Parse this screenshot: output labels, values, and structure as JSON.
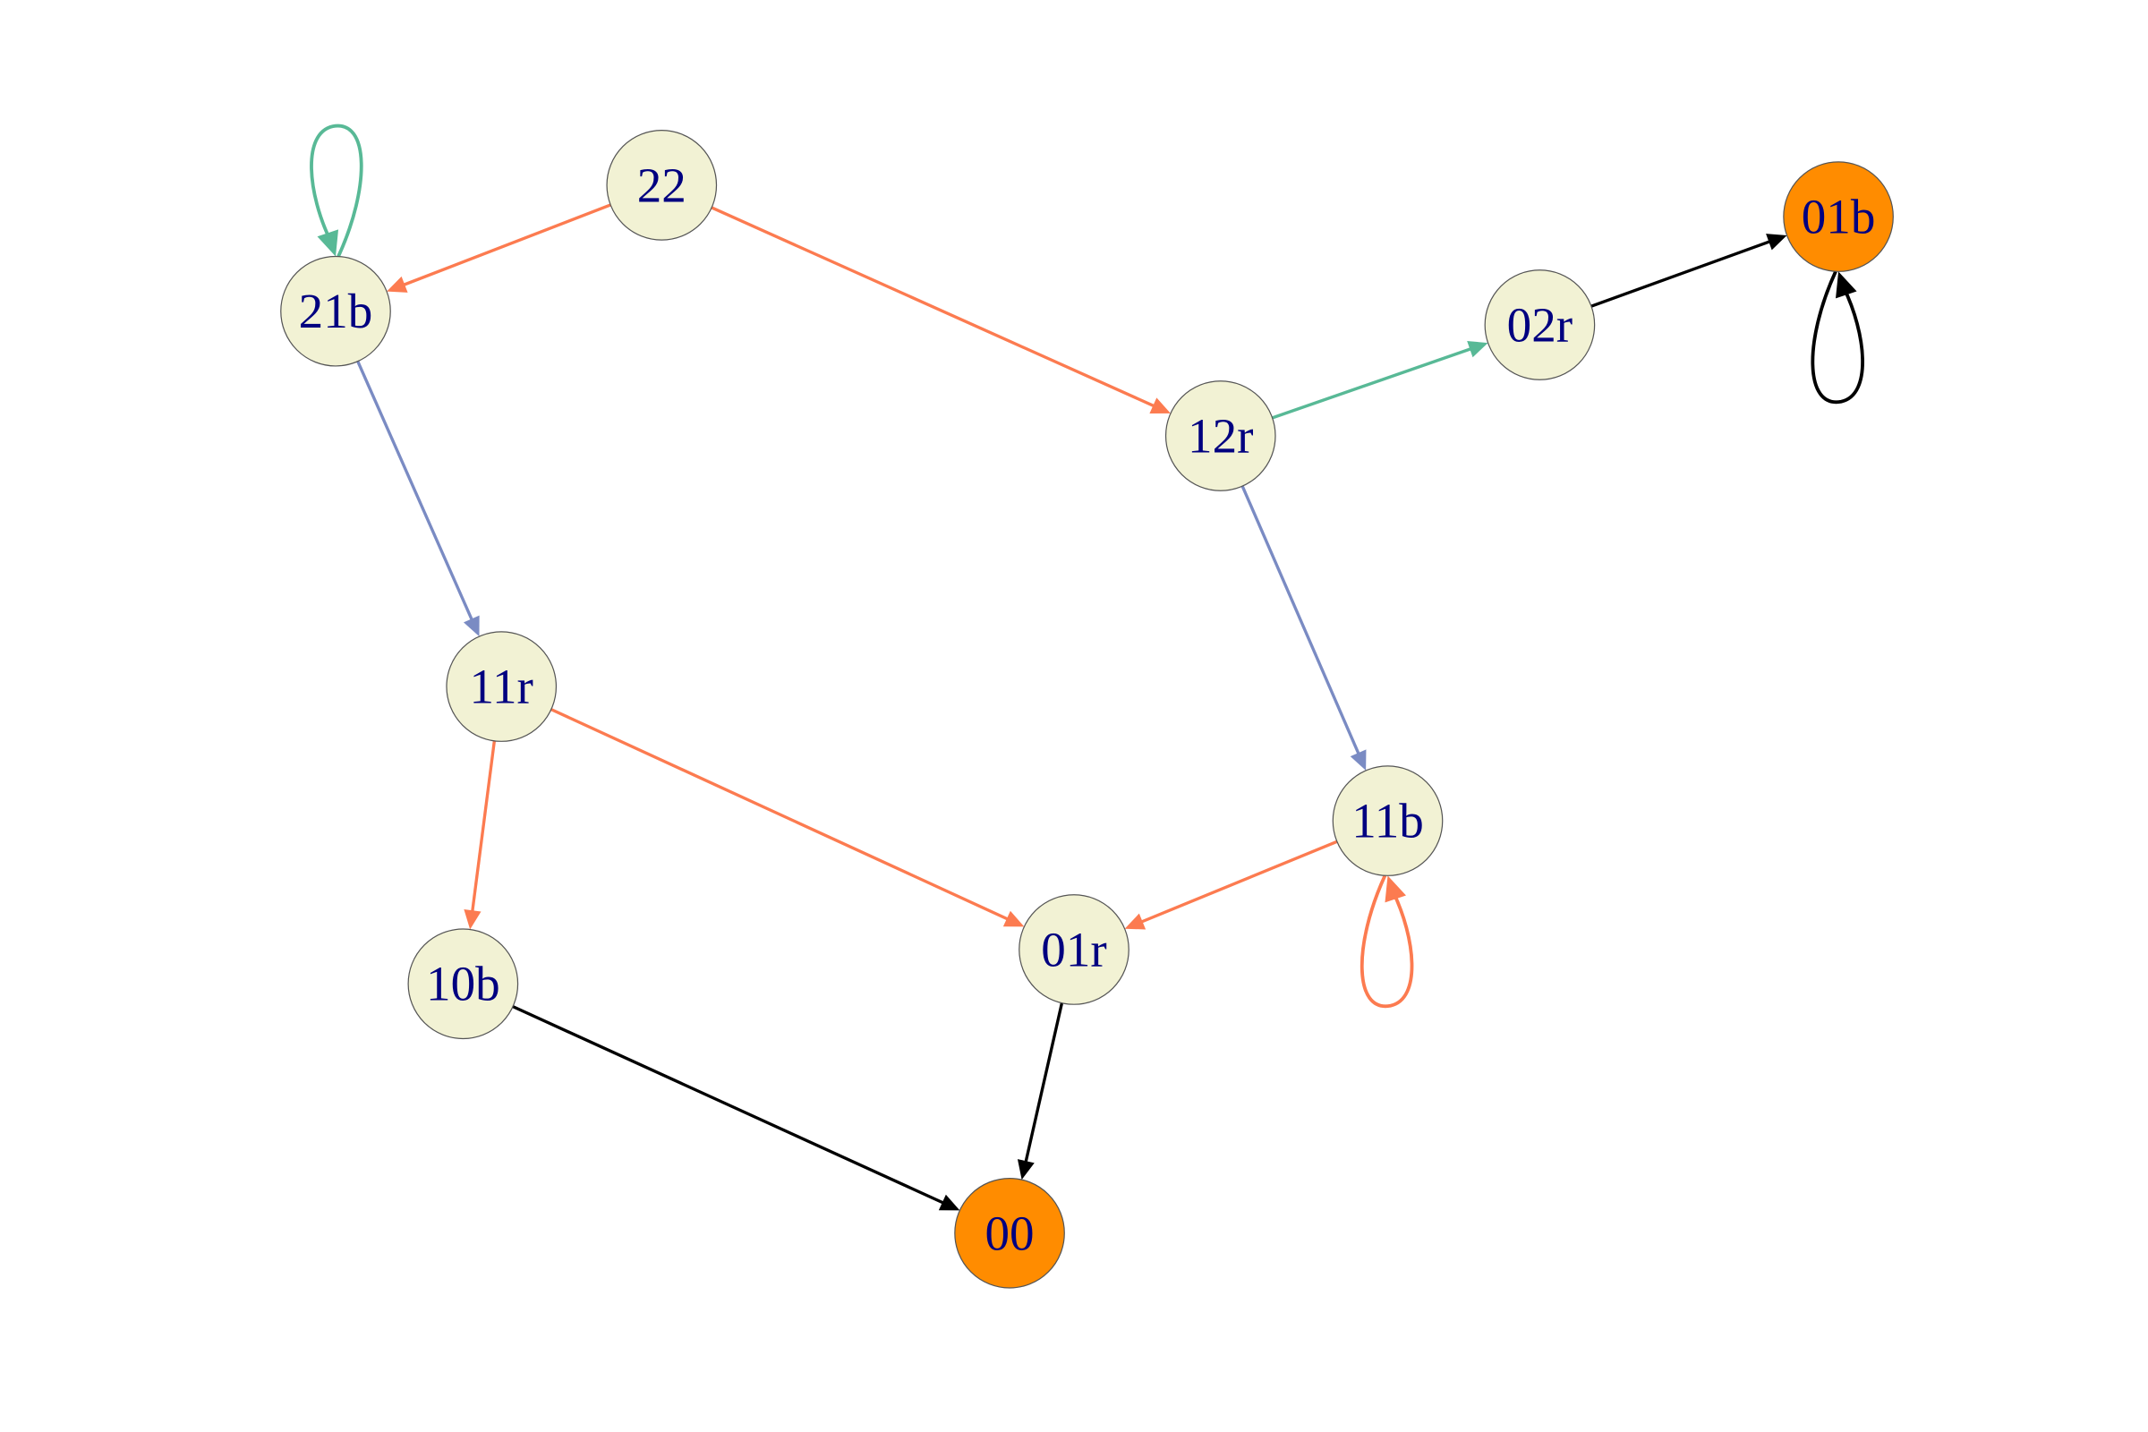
{
  "colors": {
    "node_fill": "#f2f2d4",
    "terminal_fill": "#ff8c00",
    "label": "#000080",
    "orange_edge": "#fc7b50",
    "green_edge": "#58b996",
    "blue_edge": "#7a8bc3",
    "black_edge": "#000000"
  },
  "nodes": [
    {
      "id": "22",
      "label": "22",
      "terminal": false
    },
    {
      "id": "21b",
      "label": "21b",
      "terminal": false
    },
    {
      "id": "01b",
      "label": "01b",
      "terminal": true
    },
    {
      "id": "02r",
      "label": "02r",
      "terminal": false
    },
    {
      "id": "12r",
      "label": "12r",
      "terminal": false
    },
    {
      "id": "11r",
      "label": "11r",
      "terminal": false
    },
    {
      "id": "11b",
      "label": "11b",
      "terminal": false
    },
    {
      "id": "01r",
      "label": "01r",
      "terminal": false
    },
    {
      "id": "10b",
      "label": "10b",
      "terminal": false
    },
    {
      "id": "00",
      "label": "00",
      "terminal": true
    }
  ],
  "edges": [
    {
      "from": "22",
      "to": "21b",
      "color": "orange_edge"
    },
    {
      "from": "22",
      "to": "12r",
      "color": "orange_edge"
    },
    {
      "from": "21b",
      "to": "21b",
      "color": "green_edge"
    },
    {
      "from": "21b",
      "to": "11r",
      "color": "blue_edge"
    },
    {
      "from": "12r",
      "to": "02r",
      "color": "green_edge"
    },
    {
      "from": "02r",
      "to": "01b",
      "color": "black_edge"
    },
    {
      "from": "01b",
      "to": "01b",
      "color": "black_edge"
    },
    {
      "from": "12r",
      "to": "11b",
      "color": "blue_edge"
    },
    {
      "from": "11r",
      "to": "10b",
      "color": "orange_edge"
    },
    {
      "from": "11r",
      "to": "01r",
      "color": "orange_edge"
    },
    {
      "from": "11b",
      "to": "01r",
      "color": "orange_edge"
    },
    {
      "from": "11b",
      "to": "11b",
      "color": "orange_edge"
    },
    {
      "from": "10b",
      "to": "00",
      "color": "black_edge"
    },
    {
      "from": "01r",
      "to": "00",
      "color": "black_edge"
    }
  ]
}
